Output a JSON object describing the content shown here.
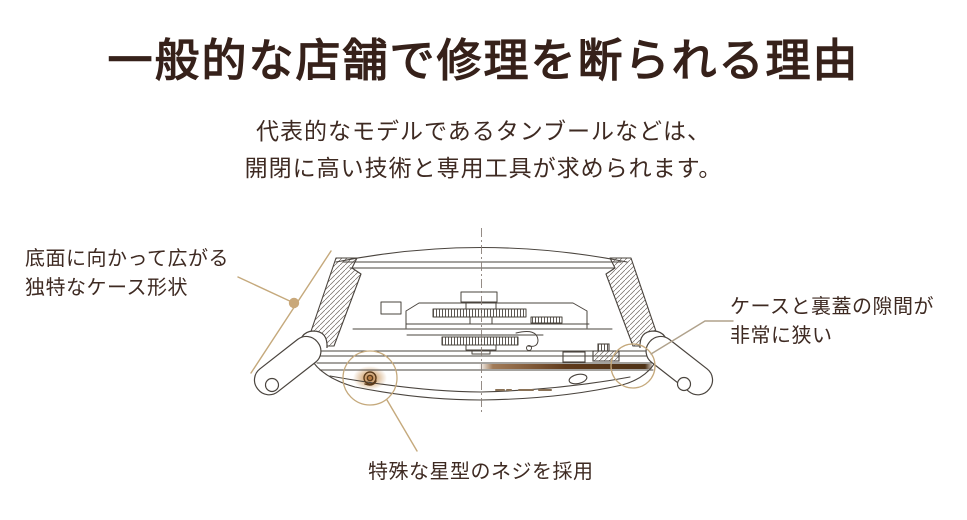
{
  "title": {
    "text": "一般的な店舗で修理を断られる理由"
  },
  "subtitle": {
    "line1": "代表的なモデルであるタンブールなどは、",
    "line2": "開閉に高い技術と専用工具が求められます。"
  },
  "callouts": {
    "case_shape": {
      "line1": "底面に向かって広がる",
      "line2": "独特なケース形状"
    },
    "gap": {
      "line1": "ケースと裏蓋の隙間が",
      "line2": "非常に狭い"
    },
    "screw": {
      "text": "特殊な星型のネジを採用"
    }
  },
  "colors": {
    "background": "#ffffff",
    "title_text": "#36211a",
    "body_text": "#3e2a22",
    "line_art": "#4a443e",
    "callout_line_tan": "#c5a97c",
    "callout_line_gray": "#b0a28c",
    "marker_dot": "#c9a87a",
    "gap_band": "#5f3a1c",
    "screw_glow": "#b06a28"
  }
}
